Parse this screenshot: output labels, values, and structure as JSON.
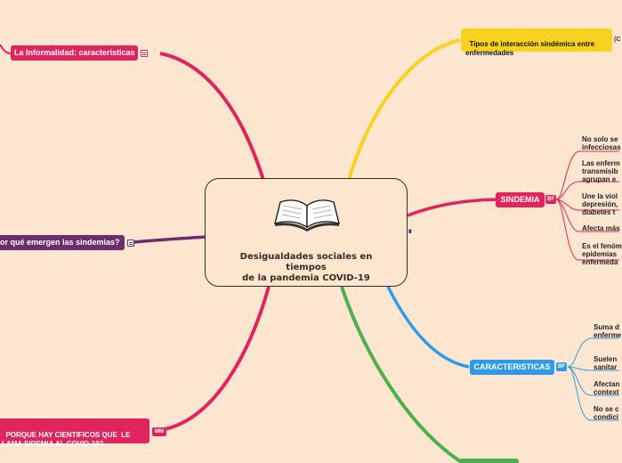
{
  "central": {
    "title": "Desigualdades sociales en\ntiempos\nde la pandemia COVID-19",
    "icon": "open-book-icon"
  },
  "topics": {
    "informalidad": {
      "label": "La Informalidad: caracteristicas",
      "color": "#e0245e"
    },
    "emergen": {
      "label": "or qué emergen las sindemias?",
      "color": "#6b2d6b"
    },
    "porque": {
      "label": "PORQUE HAY CIENTIFICOS QUE  LE\nLAMA SIDEMIA AL COVID-19?",
      "color": "#e0245e",
      "badge": "MM"
    },
    "tipos": {
      "label": "Tipos de interacción sindémica entre\nenfermedades",
      "color": "#f7d21e",
      "side_text": "(C"
    },
    "sindemia": {
      "label": "SINDEMIA",
      "color": "#e0245e",
      "badge": "BF"
    },
    "caracteristicas": {
      "label": "CARACTERISTICAS",
      "color": "#2e9be8",
      "badge": "BF"
    },
    "green": {
      "label": "",
      "color": "#4caf50"
    }
  },
  "sindemia_items": [
    "No solo se\ninfecciosas",
    "Las enferm\ntransmisib\nagrupan e",
    "Une la viol\ndepresión,\ndiabetes t",
    "Afecta más",
    "Es el fenóm\nepidemias\nenfermeda"
  ],
  "caracteristicas_items": [
    "Suma d\nenferme",
    "Suelen\nsanitar",
    "Afectan\ncontext",
    "No se c\ncondici"
  ],
  "marker": "IIII"
}
